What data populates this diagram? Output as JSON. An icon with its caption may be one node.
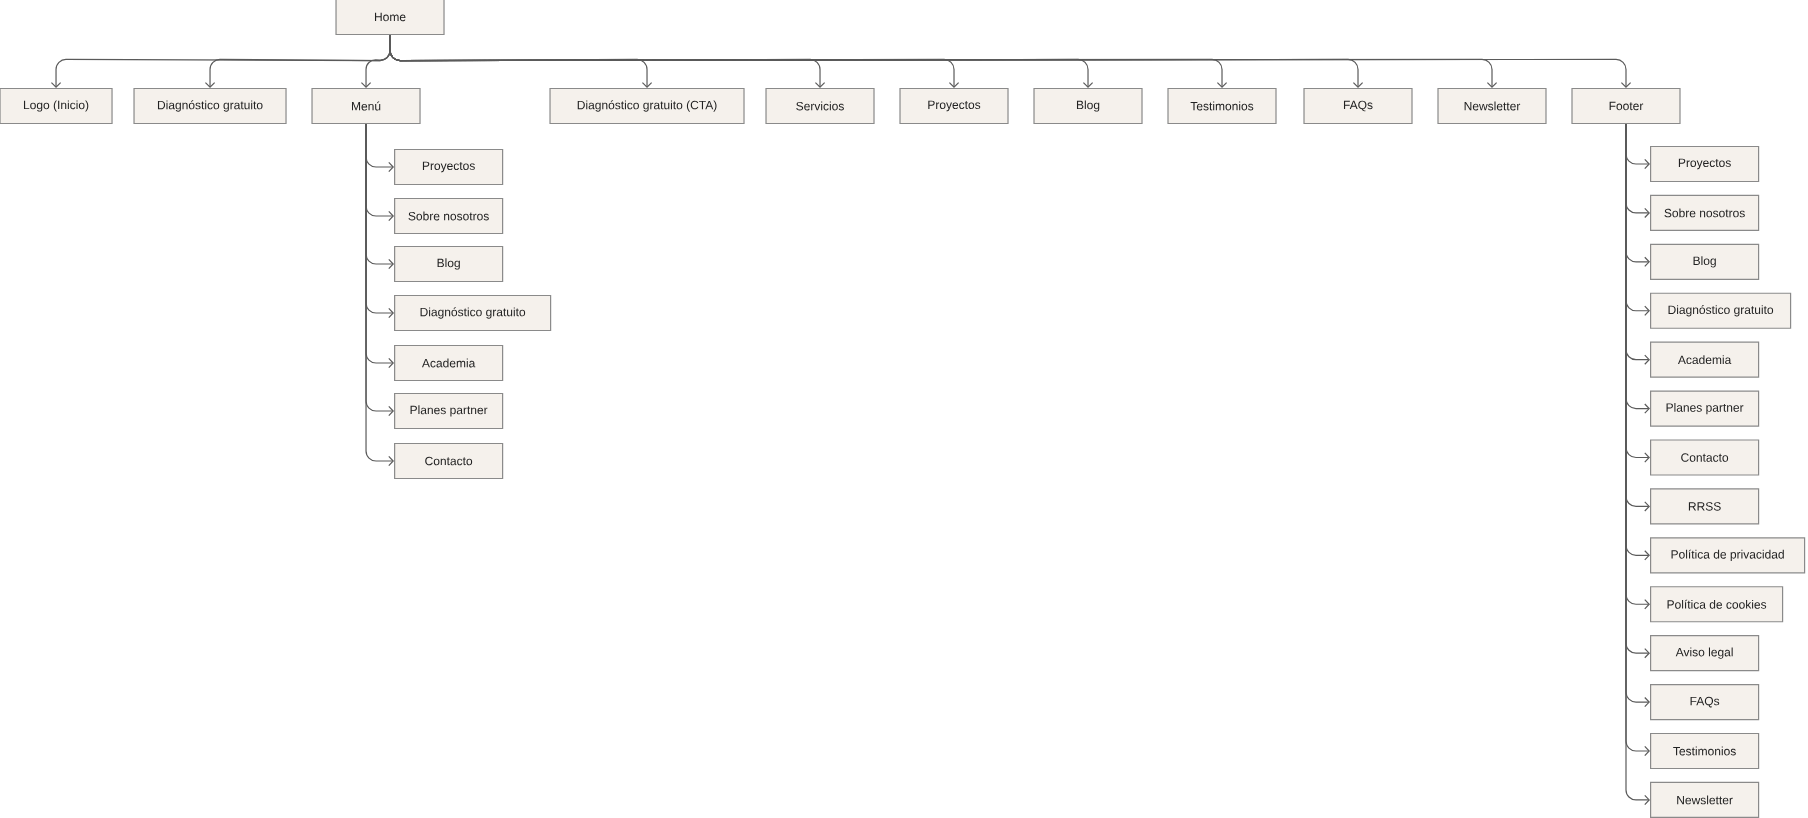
{
  "diagram": {
    "nodes": [
      {
        "text": [
          "Home"
        ]
      },
      {
        "text": [
          "Logo (Inicio)"
        ]
      },
      {
        "text": [
          "Diagnóstico gratuito"
        ]
      },
      {
        "text": [
          "Menú"
        ]
      },
      {
        "text": [
          "Diagnóstico gratuito (CTA)"
        ]
      },
      {
        "text": [
          "Servicios"
        ]
      },
      {
        "text": [
          "Proyectos"
        ]
      },
      {
        "text": [
          "Blog"
        ]
      },
      {
        "text": [
          "Testimonios"
        ]
      },
      {
        "text": [
          "FAQs"
        ]
      },
      {
        "text": [
          "Newsletter"
        ]
      },
      {
        "text": [
          "Footer"
        ]
      },
      {
        "text": [
          "Proyectos"
        ]
      },
      {
        "text": [
          "Sobre nosotros"
        ]
      },
      {
        "text": [
          "Blog"
        ]
      },
      {
        "text": [
          "Diagnóstico gratuito"
        ]
      },
      {
        "text": [
          "Academia"
        ]
      },
      {
        "text": [
          "Planes partner"
        ]
      },
      {
        "text": [
          "Contacto"
        ]
      },
      {
        "text": [
          "Proyectos"
        ]
      },
      {
        "text": [
          "Sobre nosotros"
        ]
      },
      {
        "text": [
          "Blog"
        ]
      },
      {
        "text": [
          "Diagnóstico gratuito"
        ]
      },
      {
        "text": [
          "Academia"
        ]
      },
      {
        "text": [
          "Planes partner"
        ]
      },
      {
        "text": [
          "Contacto"
        ]
      },
      {
        "text": [
          "RRSS"
        ]
      },
      {
        "text": [
          "Política de privacidad"
        ]
      },
      {
        "text": [
          "Política de cookies"
        ]
      },
      {
        "text": [
          "Aviso legal"
        ]
      },
      {
        "text": [
          "FAQs"
        ]
      },
      {
        "text": [
          "Testimonios"
        ]
      },
      {
        "text": [
          "Newsletter"
        ]
      }
    ],
    "edges": [
      {
        "from": 0,
        "to": 1,
        "arrow": "to"
      },
      {
        "from": 0,
        "to": 2,
        "arrow": "to"
      },
      {
        "from": 0,
        "to": 3,
        "arrow": "to"
      },
      {
        "from": 0,
        "to": 4,
        "arrow": "to"
      },
      {
        "from": 0,
        "to": 5,
        "arrow": "to"
      },
      {
        "from": 0,
        "to": 6,
        "arrow": "to"
      },
      {
        "from": 0,
        "to": 7,
        "arrow": "to"
      },
      {
        "from": 0,
        "to": 8,
        "arrow": "to"
      },
      {
        "from": 0,
        "to": 9,
        "arrow": "to"
      },
      {
        "from": 0,
        "to": 10,
        "arrow": "to"
      },
      {
        "from": 0,
        "to": 11,
        "arrow": "to"
      },
      {
        "from": 3,
        "to": 12,
        "arrow": "to"
      },
      {
        "from": 3,
        "to": 13,
        "arrow": "to"
      },
      {
        "from": 3,
        "to": 14,
        "arrow": "to"
      },
      {
        "from": 3,
        "to": 15,
        "arrow": "to"
      },
      {
        "from": 3,
        "to": 16,
        "arrow": "to"
      },
      {
        "from": 3,
        "to": 17,
        "arrow": "to"
      },
      {
        "from": 3,
        "to": 18,
        "arrow": "to"
      },
      {
        "from": 11,
        "to": 19,
        "arrow": "to"
      },
      {
        "from": 11,
        "to": 20,
        "arrow": "to"
      },
      {
        "from": 11,
        "to": 21,
        "arrow": "to"
      },
      {
        "from": 11,
        "to": 22,
        "arrow": "to"
      },
      {
        "from": 11,
        "to": 23,
        "arrow": "to"
      },
      {
        "from": 11,
        "to": 24,
        "arrow": "to"
      },
      {
        "from": 11,
        "to": 25,
        "arrow": "to"
      },
      {
        "from": 11,
        "to": 26,
        "arrow": "to"
      },
      {
        "from": 11,
        "to": 27,
        "arrow": "to"
      },
      {
        "from": 11,
        "to": 28,
        "arrow": "to"
      },
      {
        "from": 11,
        "to": 29,
        "arrow": "to"
      },
      {
        "from": 11,
        "to": 30,
        "arrow": "to"
      },
      {
        "from": 11,
        "to": 31,
        "arrow": "to"
      },
      {
        "from": 11,
        "to": 32,
        "arrow": "to"
      }
    ]
  }
}
